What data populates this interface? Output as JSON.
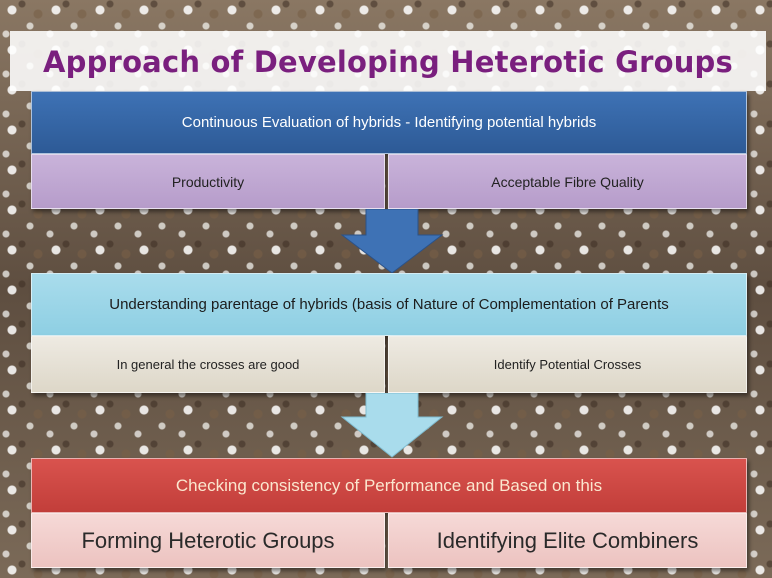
{
  "title": "Approach of  Developing Heterotic Groups",
  "stage1": {
    "header": "Continuous  Evaluation  of hybrids - Identifying potential hybrids",
    "left": "Productivity",
    "right": "Acceptable Fibre Quality"
  },
  "stage2": {
    "header": "Understanding  parentage   of hybrids (basis of Nature of Complementation  of Parents",
    "left": "In general the crosses are good",
    "right": "Identify Potential Crosses"
  },
  "stage3": {
    "header": "Checking consistency of Performance and Based on this",
    "left": "Forming Heterotic Groups",
    "right": "Identifying Elite Combiners"
  },
  "colors": {
    "title": "#7a1f7e",
    "stage1_header": "#3e72b5",
    "stage1_sub": "#c9b3da",
    "stage2_header": "#a9dcec",
    "stage2_sub": "#eeeae2",
    "stage3_header": "#d9534e",
    "stage3_sub": "#f6d9d7",
    "arrow1": "#3e72b5",
    "arrow2": "#a9dcec"
  }
}
